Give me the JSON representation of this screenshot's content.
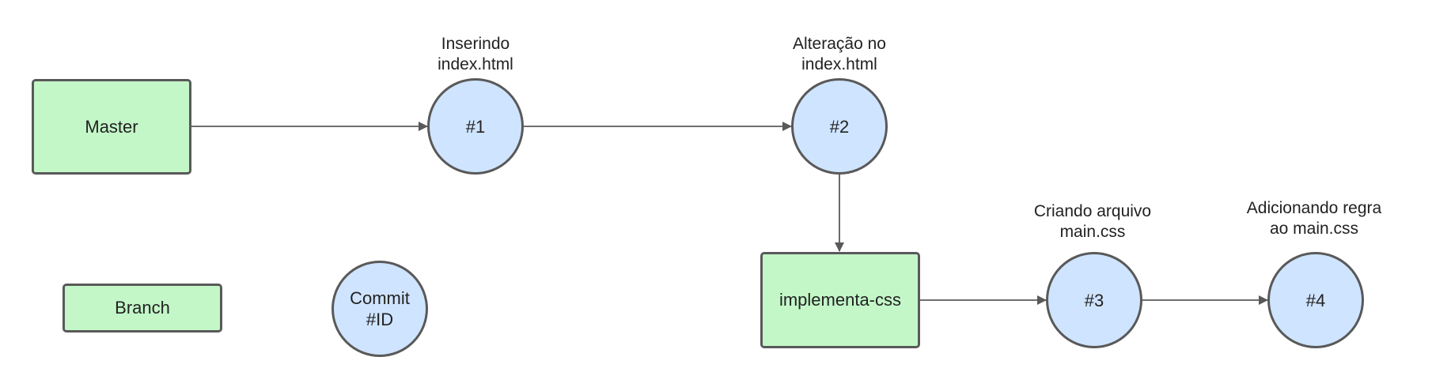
{
  "colors": {
    "branch_fill": "#c3f7c8",
    "commit_fill": "#cfe4ff",
    "stroke": "#595959"
  },
  "nodes": {
    "master": "Master",
    "c1": "#1",
    "c2": "#2",
    "implementa_css": "implementa-css",
    "c3": "#3",
    "c4": "#4"
  },
  "labels": {
    "c1": "Inserindo\nindex.html",
    "c2": "Alteração no\nindex.html",
    "c3": "Criando arquivo\nmain.css",
    "c4": "Adicionando regra\nao main.css"
  },
  "legend": {
    "branch": "Branch",
    "commit": "Commit\n#ID"
  }
}
